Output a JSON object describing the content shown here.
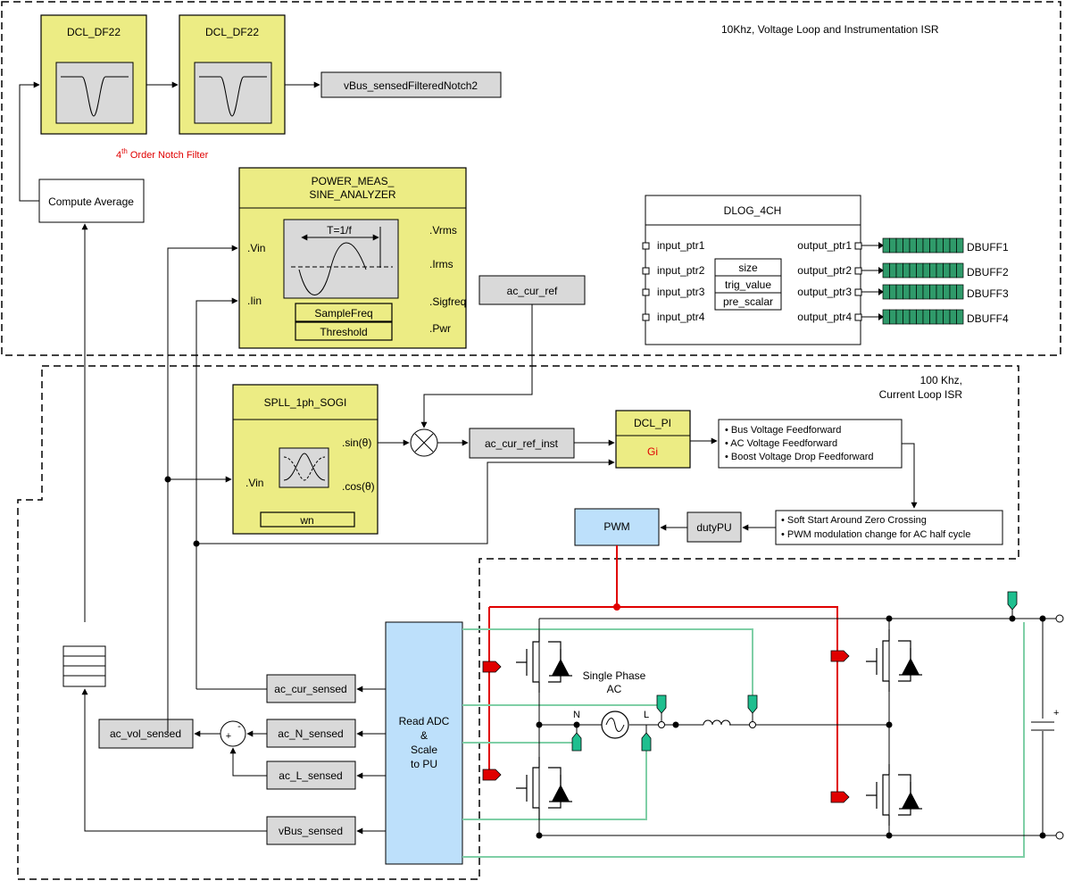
{
  "regions": {
    "voltage_loop": "10Khz, Voltage Loop and Instrumentation ISR",
    "current_loop_line1": "100 Khz,",
    "current_loop_line2": "Current Loop ISR"
  },
  "notch": {
    "df22_a": "DCL_DF22",
    "df22_b": "DCL_DF22",
    "output": "vBus_sensedFilteredNotch2",
    "caption_num": "4",
    "caption_sup": "th",
    "caption_rest": " Order Notch Filter"
  },
  "compute_average": "Compute Average",
  "power_meas": {
    "title1": "POWER_MEAS_",
    "title2": "SINE_ANALYZER",
    "period_label": "T=1/f",
    "in_vin": ".Vin",
    "in_iin": ".Iin",
    "out_vrms": ".Vrms",
    "out_irms": ".Irms",
    "out_sigfreq": ".Sigfreq",
    "out_pwr": ".Pwr",
    "param_samplefreq": "SampleFreq",
    "param_threshold": "Threshold"
  },
  "ac_cur_ref": "ac_cur_ref",
  "dlog": {
    "title": "DLOG_4CH",
    "inputs": [
      "input_ptr1",
      "input_ptr2",
      "input_ptr3",
      "input_ptr4"
    ],
    "outputs": [
      "output_ptr1",
      "output_ptr2",
      "output_ptr3",
      "output_ptr4"
    ],
    "params": [
      "size",
      "trig_value",
      "pre_scalar"
    ],
    "buffers": [
      "DBUFF1",
      "DBUFF2",
      "DBUFF3",
      "DBUFF4"
    ]
  },
  "spll": {
    "title": "SPLL_1ph_SOGI",
    "in_vin": ".Vin",
    "out_sin": ".sin(θ)",
    "out_cos": ".cos(θ)",
    "param_wn": "wn"
  },
  "ac_cur_ref_inst": "ac_cur_ref_inst",
  "dcl_pi": {
    "title": "DCL_PI",
    "gain": "Gi"
  },
  "feedforward": [
    "• Bus Voltage Feedforward",
    "• AC Voltage Feedforward",
    "• Boost Voltage Drop Feedforward"
  ],
  "softstart": [
    "• Soft Start Around Zero Crossing",
    "• PWM modulation change for AC half cycle"
  ],
  "dutypu": "dutyPU",
  "pwm": "PWM",
  "sensed": {
    "ac_cur": "ac_cur_sensed",
    "ac_n": "ac_N_sensed",
    "ac_l": "ac_L_sensed",
    "vbus": "vBus_sensed",
    "ac_vol": "ac_vol_sensed"
  },
  "summer": {
    "plus": "+",
    "minus": "-"
  },
  "adc": {
    "line1": "Read ADC",
    "line2": "&",
    "line3": "Scale",
    "line4": "to PU"
  },
  "ac_source": {
    "line1": "Single Phase",
    "line2": "AC",
    "neutral": "N",
    "line": "L"
  },
  "capacitor_plus": "+",
  "colors": {
    "block_yellow": "#ecec84",
    "block_blue": "#bde0fb",
    "gate_red": "#e00000",
    "sense_green": "#7fcfa6",
    "buffer_green": "#2f9a6a"
  }
}
